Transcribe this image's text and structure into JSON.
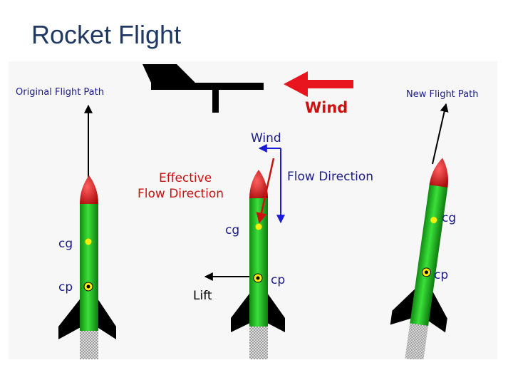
{
  "slide": {
    "title": "Rocket Flight"
  },
  "diagram": {
    "wind_indicator_label": "Wind",
    "left_panel": {
      "path_label": "Original  Flight  Path",
      "cg_label": "cg",
      "cp_label": "cp"
    },
    "middle_panel": {
      "wind_label": "Wind",
      "flow_direction_label": "Flow  Direction",
      "effective_line1": "Effective",
      "effective_line2": "Flow  Direction",
      "cg_label": "cg",
      "cp_label": "cp",
      "lift_label": "Lift"
    },
    "right_panel": {
      "path_label": "New  Flight  Path",
      "cg_label": "cg",
      "cp_label": "cp"
    }
  },
  "colors": {
    "slide_title": "#1f3864",
    "rocket_body": "#22c022",
    "nose_cone": "#cc1111",
    "fins": "#000000",
    "cg_marker": "#ffee00",
    "cp_marker": "#ffee00",
    "wind_arrow": "#e8141e",
    "velocity_arrow": "#1a1adb",
    "effective_flow_arrow": "#cc1111",
    "diagram_text": "#1a1a8a",
    "effective_text": "#cc1111",
    "exhaust": "#bdbdbd"
  },
  "icons": {
    "wind_vane": "weather-vane-icon"
  }
}
